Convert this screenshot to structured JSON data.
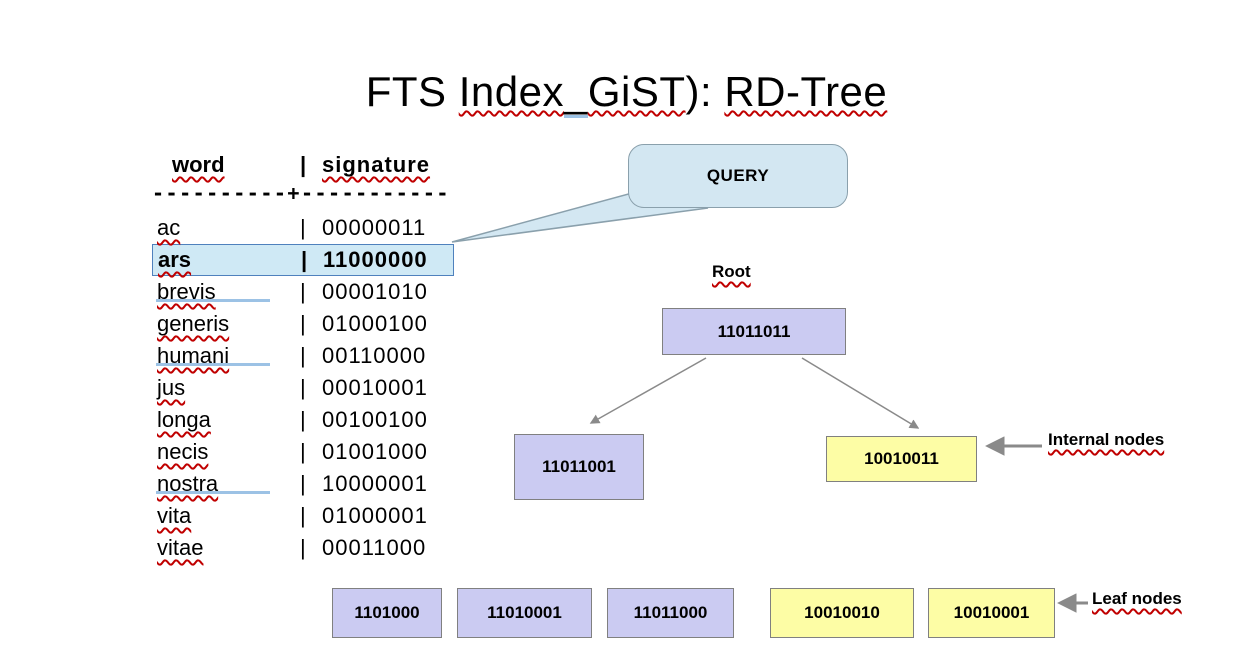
{
  "colors": {
    "lavender": "#cbcbf2",
    "yellow": "#fdfda5",
    "callout_blue": "#d3e7f2",
    "highlight_blue": "#cfe9f5",
    "arrow_gray": "#8a8a8a",
    "spellcheck_red": "#c00000",
    "grammar_blue": "#9cc2e5"
  },
  "title": {
    "segments": [
      {
        "text": "FTS ",
        "style": "plain"
      },
      {
        "text": "Index",
        "style": "wavy"
      },
      {
        "text": "_",
        "style": "blue-underline"
      },
      {
        "text": "GiST",
        "style": "wavy"
      },
      {
        "text": "): ",
        "style": "plain"
      },
      {
        "text": "RD-Tree",
        "style": "wavy"
      }
    ]
  },
  "table": {
    "header": {
      "word": "word",
      "separator": "|",
      "signature": "signature"
    },
    "divider": "----------+-----------",
    "rows": [
      {
        "word": "ac",
        "signature": "00000011",
        "highlight": false,
        "grammar": false
      },
      {
        "word": "ars",
        "signature": "11000000",
        "highlight": true,
        "grammar": false
      },
      {
        "word": "brevis",
        "signature": "00001010",
        "highlight": false,
        "grammar": true
      },
      {
        "word": "generis",
        "signature": "01000100",
        "highlight": false,
        "grammar": false
      },
      {
        "word": "humani",
        "signature": "00110000",
        "highlight": false,
        "grammar": true
      },
      {
        "word": "jus",
        "signature": "00010001",
        "highlight": false,
        "grammar": false
      },
      {
        "word": "longa",
        "signature": "00100100",
        "highlight": false,
        "grammar": false
      },
      {
        "word": "necis",
        "signature": "01001000",
        "highlight": false,
        "grammar": false
      },
      {
        "word": "nostra",
        "signature": "10000001",
        "highlight": false,
        "grammar": true
      },
      {
        "word": "vita",
        "signature": "01000001",
        "highlight": false,
        "grammar": false
      },
      {
        "word": "vitae",
        "signature": "00011000",
        "highlight": false,
        "grammar": false
      }
    ]
  },
  "callout": {
    "label": "QUERY"
  },
  "tree": {
    "root_label": "Root",
    "root": {
      "value": "11011011"
    },
    "internal_nodes": [
      {
        "value": "11011001",
        "color": "lavender"
      },
      {
        "value": "10010011",
        "color": "yellow"
      }
    ],
    "internal_label": "Internal nodes",
    "leaf_nodes": [
      {
        "value": "1101000",
        "color": "lavender"
      },
      {
        "value": "11010001",
        "color": "lavender"
      },
      {
        "value": "11011000",
        "color": "lavender"
      },
      {
        "value": "10010010",
        "color": "yellow"
      },
      {
        "value": "10010001",
        "color": "yellow"
      }
    ],
    "leaf_label": "Leaf nodes"
  }
}
